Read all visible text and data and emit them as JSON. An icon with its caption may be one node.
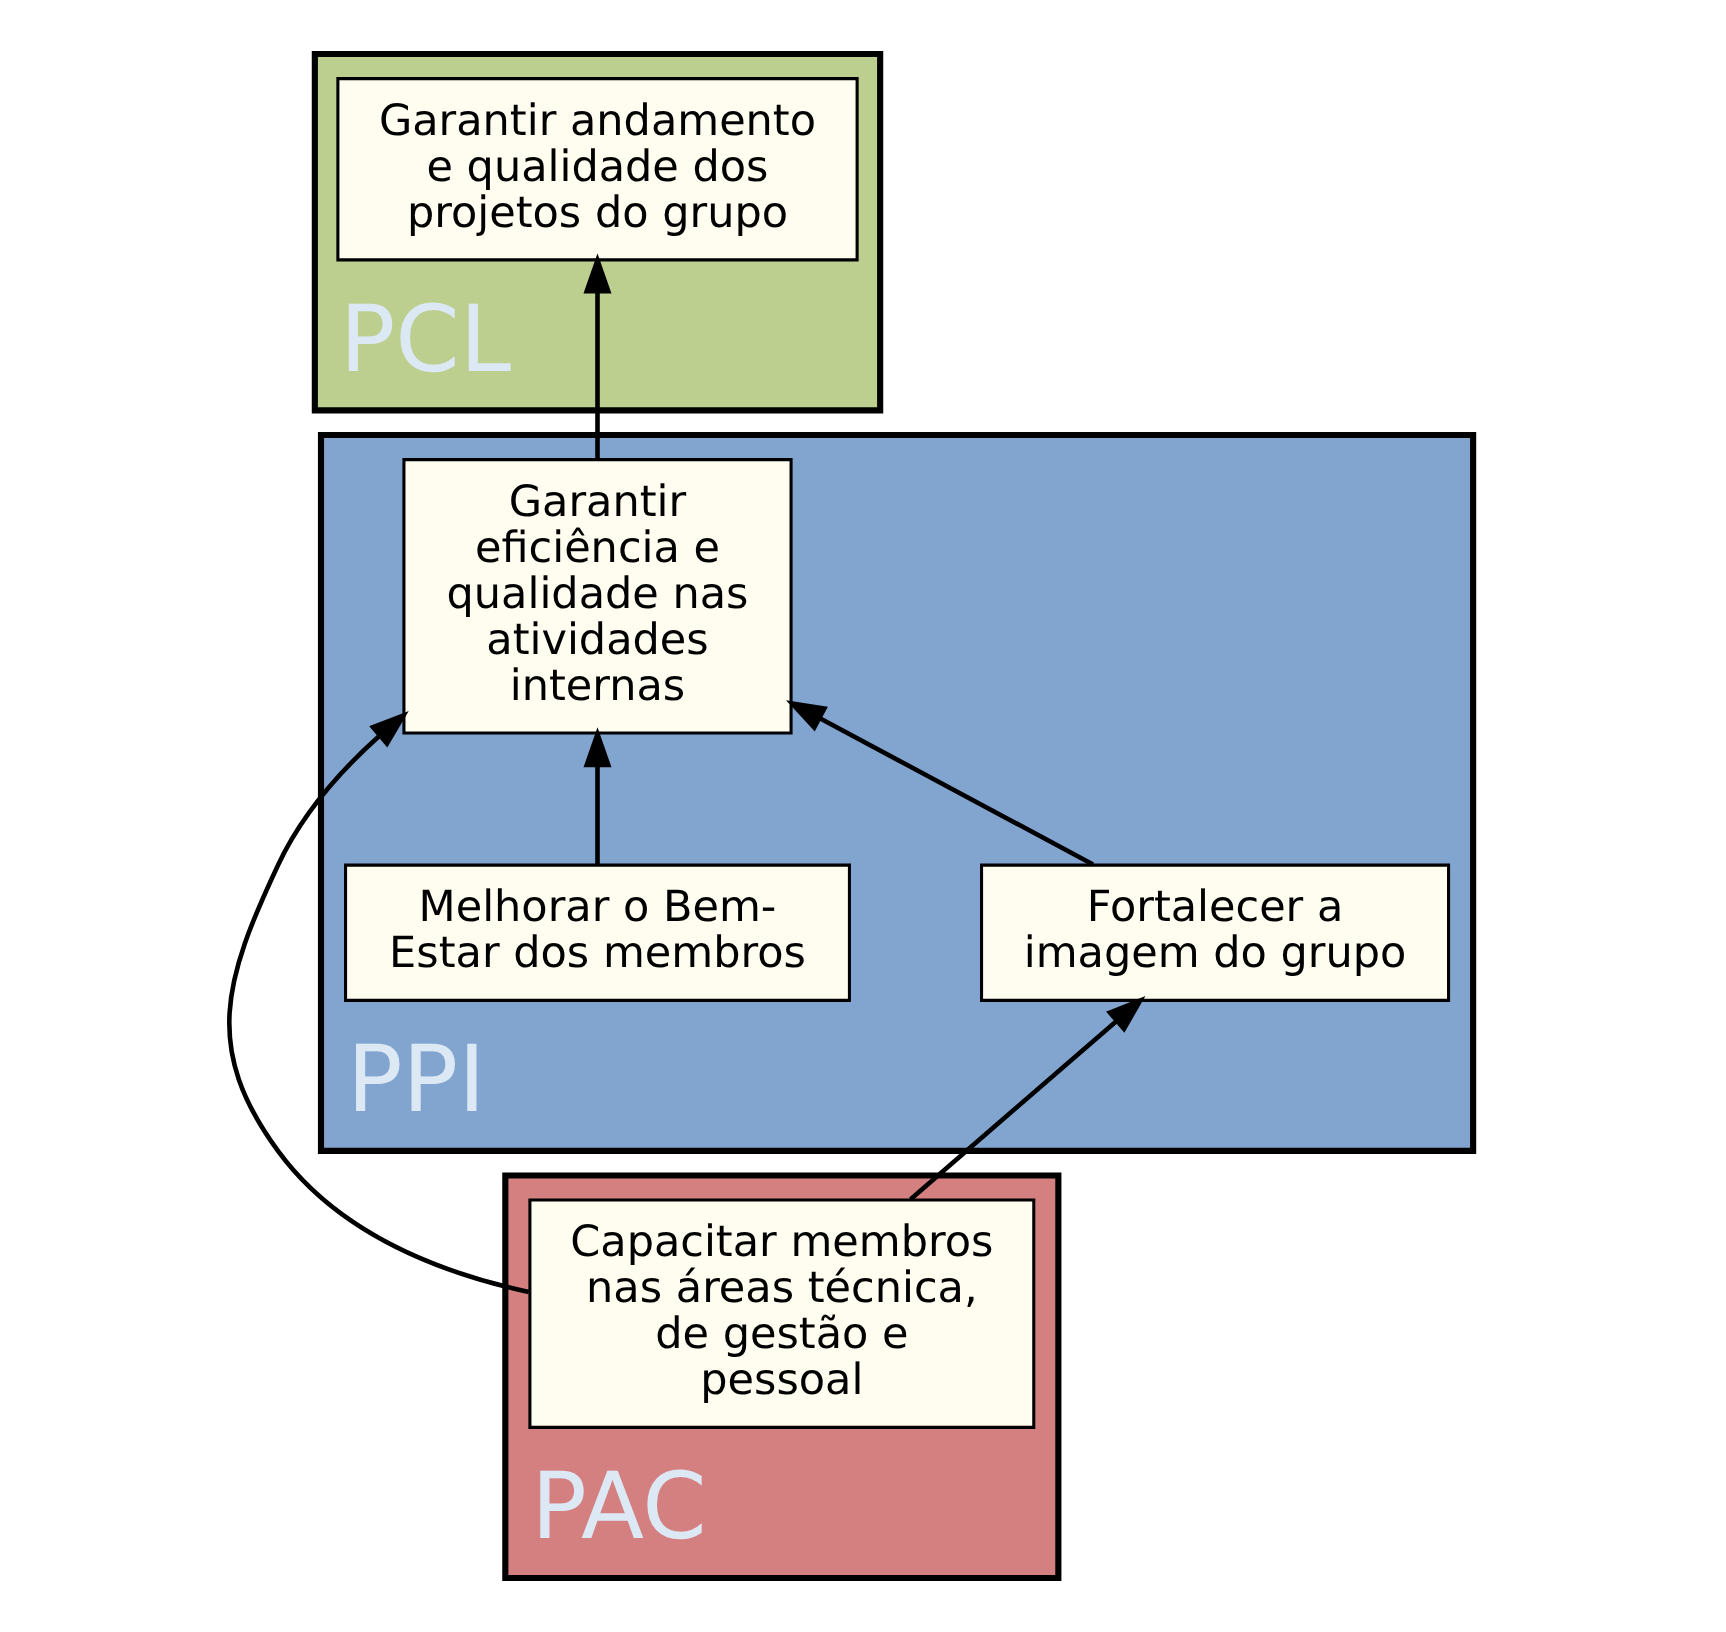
{
  "diagram": {
    "nodes": [
      {
        "text": [
          "PCL"
        ]
      },
      {
        "text": [
          "Garantir andamento e qualidade dos projetos do grupo"
        ],
        "in": 0
      },
      {
        "text": [
          "PPI"
        ]
      },
      {
        "text": [
          "Garantir eficiência e qualidade nas atividades internas"
        ],
        "in": 2
      },
      {
        "text": [
          "Fortalecer a imagem do grupo"
        ],
        "in": 2
      },
      {
        "text": [
          "Melhorar o Bem-Estar dos membros"
        ],
        "in": 2
      },
      {
        "text": [
          "PAC"
        ]
      },
      {
        "text": [
          "Capacitar membros nas áreas técnica, de gestão e pessoal"
        ],
        "in": 6
      }
    ],
    "edges": [
      {
        "from": 3,
        "to": 1,
        "arrow": "to"
      },
      {
        "from": 4,
        "to": 3,
        "arrow": "to"
      },
      {
        "from": 5,
        "to": 3,
        "arrow": "to"
      },
      {
        "from": 7,
        "to": 3,
        "arrow": "to"
      },
      {
        "from": 7,
        "to": 4,
        "arrow": "to"
      }
    ]
  }
}
